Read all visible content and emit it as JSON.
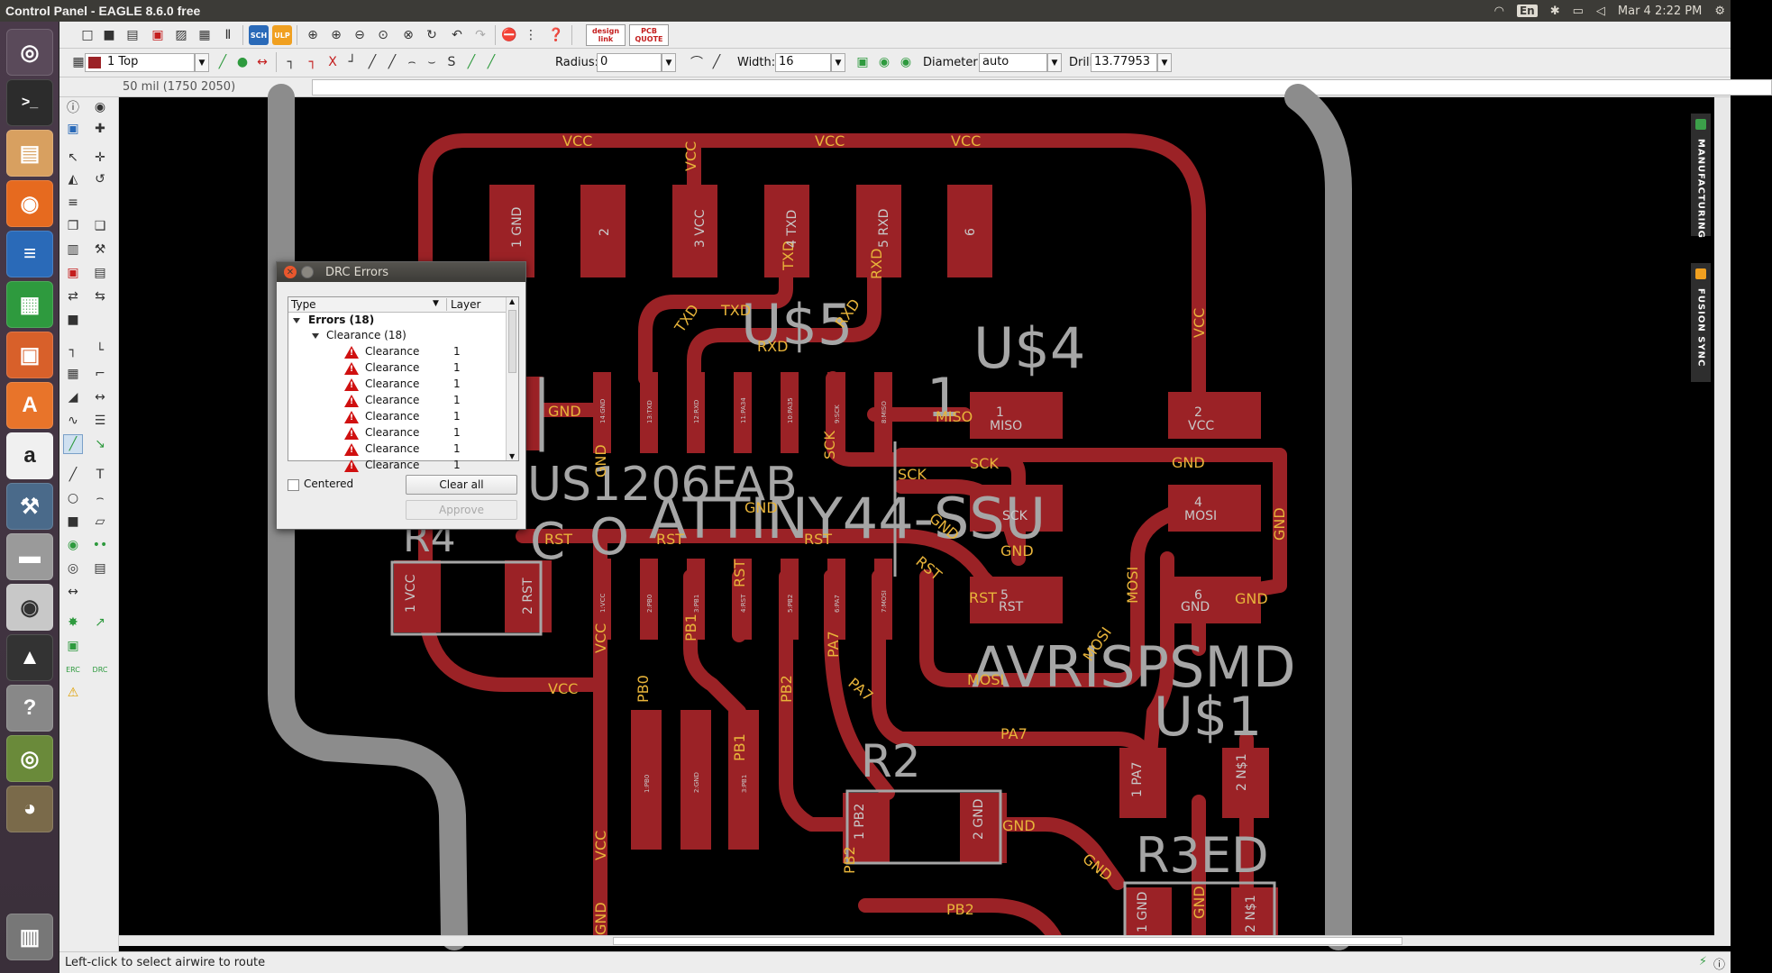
{
  "window": {
    "title": "Control Panel - EAGLE 8.6.0 free"
  },
  "tray": {
    "lang": "En",
    "datetime": "Mar 4  2:22 PM"
  },
  "toolbar": {
    "layer_value": "1 Top",
    "radius_label": "Radius:",
    "radius_value": "0",
    "width_label": "Width:",
    "width_value": "16",
    "diameter_label": "Diameter:",
    "diameter_value": "auto",
    "drill_label": "Drill:",
    "drill_value": "13.77953",
    "banner_designlink": "design link",
    "banner_pcbquote": "PCB QUOTE",
    "sch_label": "SCH",
    "ulp_label": "ULP"
  },
  "coord": "50 mil (1750 2050)",
  "status": {
    "message": "Left-click to select airwire to route"
  },
  "sidetabs": {
    "manufacturing": "MANUFACTURING",
    "fusion": "FUSION SYNC"
  },
  "colors": {
    "copper": "#9b2226",
    "silk": "#a6a6a6",
    "label": "#e8b43a",
    "outline": "#8c8c8c",
    "accent_red": "#c41e1e",
    "dialog_title": "#3c3b37"
  },
  "drc": {
    "title": "DRC Errors",
    "col_type": "Type",
    "col_layer": "Layer",
    "group": "Errors (18)",
    "subgroup": "Clearance (18)",
    "rows": [
      {
        "type": "Clearance",
        "layer": "1"
      },
      {
        "type": "Clearance",
        "layer": "1"
      },
      {
        "type": "Clearance",
        "layer": "1"
      },
      {
        "type": "Clearance",
        "layer": "1"
      },
      {
        "type": "Clearance",
        "layer": "1"
      },
      {
        "type": "Clearance",
        "layer": "1"
      },
      {
        "type": "Clearance",
        "layer": "1"
      },
      {
        "type": "Clearance",
        "layer": "1"
      }
    ],
    "centered": "Centered",
    "clear_all": "Clear all",
    "approve": "Approve"
  },
  "pcb": {
    "parts": {
      "u5": "U$5",
      "u4": "U$4",
      "u1": "U$1",
      "r4": "R4",
      "r2": "R2",
      "r3led": "R3ED",
      "attiny": "ATTINY44-SSU",
      "us1206": "US1206FAB",
      "avrisp": "AVRISPSMD",
      "one": "1",
      "c": "C",
      "o": "O"
    },
    "nets": {
      "vcc": "VCC",
      "gnd": "GND",
      "txd": "TXD",
      "rxd": "RXD",
      "rst": "RST",
      "sck": "SCK",
      "miso": "MISO",
      "mosi": "MOSI",
      "pa7": "PA7",
      "pb0": "PB0",
      "pb1": "PB1",
      "pb2": "PB2"
    },
    "pins": {
      "h1": "1\nGND",
      "h2": "2",
      "h3": "3\nVCC",
      "h4": "4\nTXD",
      "h5": "5\nRXD",
      "h6": "6",
      "p_miso": "1\nMISO",
      "p_vcc": "2\nVCC",
      "p_mosi": "4\nMOSI",
      "p_sck": "SCK",
      "p_rst": "5\nRST",
      "p_gnd": "6\nGND",
      "r4_1": "1\nVCC",
      "r4_2": "2\nRST",
      "r2_1": "1\nPB2",
      "r2_2": "2\nGND",
      "led_1": "1\nPA7",
      "led_2": "2\nN$1",
      "r3_1": "1\nGND",
      "r3_2": "2\nN$1",
      "sw1": "1:PB0",
      "sw2": "2:GND",
      "sw3": "3:PB1",
      "ic_top": [
        "14:GND",
        "13:TXD",
        "12:RXD",
        "11:PA34",
        "10:PA35",
        "9:SCK",
        "8:MISO"
      ],
      "ic_bot": [
        "1:VCC",
        "2:PB0",
        "3:PB1",
        "4:RST",
        "5:PB2",
        "6:PA7",
        "7:MOSI"
      ]
    }
  }
}
